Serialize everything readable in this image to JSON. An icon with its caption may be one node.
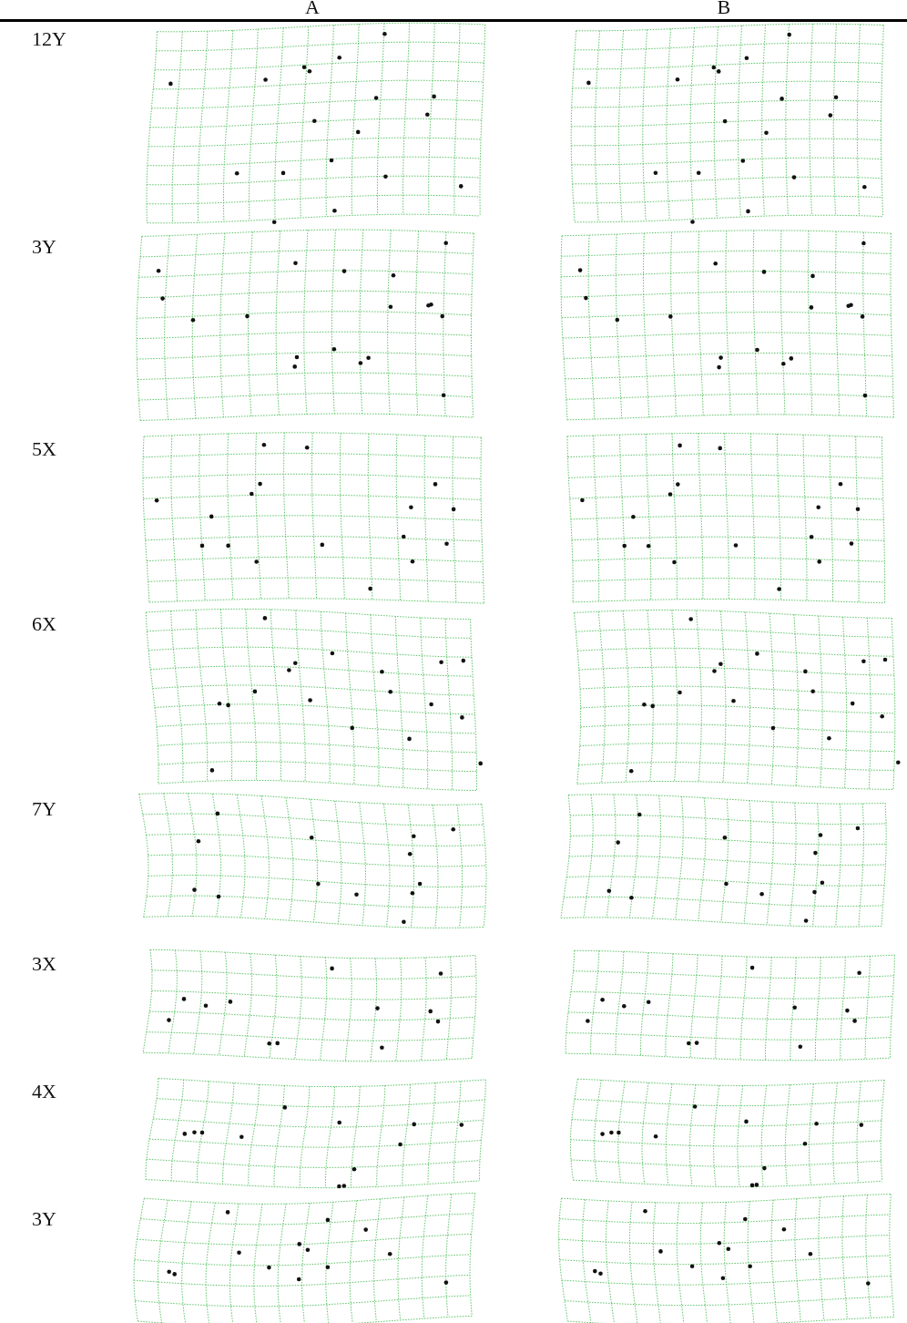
{
  "diagram": {
    "labels": [
      "A",
      "B",
      "12Y",
      "3Y",
      "5X",
      "6X",
      "7Y",
      "3X",
      "4X",
      "3Y"
    ]
  }
}
